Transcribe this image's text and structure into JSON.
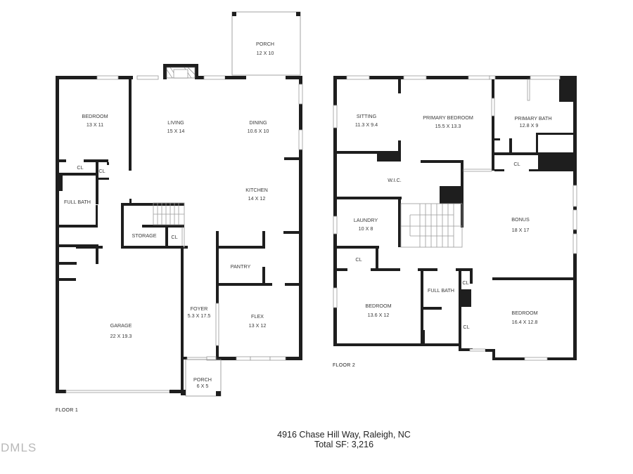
{
  "floor1": {
    "label": "FLOOR 1",
    "rooms": {
      "bedroom": {
        "name": "BEDROOM",
        "dims": "13 X 11"
      },
      "living": {
        "name": "LIVING",
        "dims": "15 X 14"
      },
      "dining": {
        "name": "DINING",
        "dims": "10.6 X 10"
      },
      "porch_back": {
        "name": "PORCH",
        "dims": "12 X 10"
      },
      "cl1": {
        "name": "CL"
      },
      "cl2": {
        "name": "CL"
      },
      "full_bath": {
        "name": "FULL BATH"
      },
      "kitchen": {
        "name": "KITCHEN",
        "dims": "14 X 12"
      },
      "storage": {
        "name": "STORAGE"
      },
      "cl3": {
        "name": "CL"
      },
      "pantry": {
        "name": "PANTRY"
      },
      "garage": {
        "name": "GARAGE",
        "dims": "22 X 19.3"
      },
      "foyer": {
        "name": "FOYER",
        "dims": "5.3 X 17.5"
      },
      "flex": {
        "name": "FLEX",
        "dims": "13 X 12"
      },
      "porch_front": {
        "name": "PORCH",
        "dims": "6 X 5"
      }
    }
  },
  "floor2": {
    "label": "FLOOR 2",
    "rooms": {
      "sitting": {
        "name": "SITTING",
        "dims": "11.3 X 9.4"
      },
      "primary_bedroom": {
        "name": "PRIMARY BEDROOM",
        "dims": "15.5 X 13.3"
      },
      "primary_bath": {
        "name": "PRIMARY BATH",
        "dims": "12.8 X 9"
      },
      "cl_bath": {
        "name": "CL"
      },
      "wic": {
        "name": "W.I.C."
      },
      "laundry": {
        "name": "LAUNDRY",
        "dims": "10 X 8"
      },
      "bonus": {
        "name": "BONUS",
        "dims": "18 X 17"
      },
      "cl_laundry": {
        "name": "CL"
      },
      "bedroom_left": {
        "name": "BEDROOM",
        "dims": "13.6 X 12"
      },
      "full_bath": {
        "name": "FULL BATH"
      },
      "cl_small": {
        "name": "CL"
      },
      "cl_long": {
        "name": "CL"
      },
      "bedroom_right": {
        "name": "BEDROOM",
        "dims": "16.4 X 12.8"
      }
    }
  },
  "footer": {
    "address": "4916 Chase Hill Way, Raleigh, NC",
    "total_sf": "Total SF: 3,216"
  },
  "watermark": "DMLS"
}
